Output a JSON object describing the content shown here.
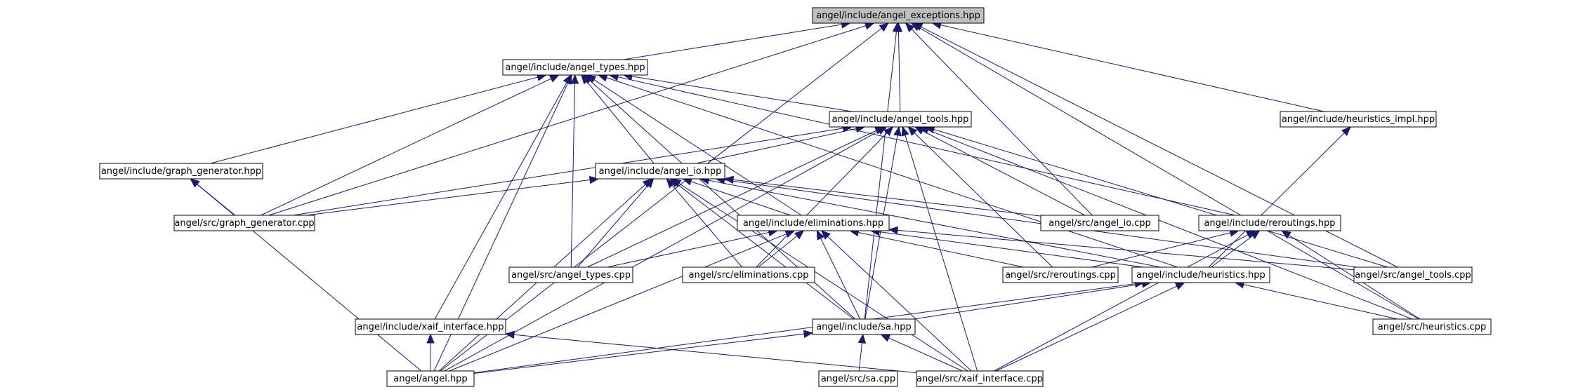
{
  "colors": {
    "edge": "#191970",
    "root_fill": "#bfbfbf",
    "node_fill": "#ffffff",
    "border": "#000000"
  },
  "nodes": [
    {
      "id": "angel_exceptions_hpp",
      "label": "angel/include/angel_exceptions.hpp",
      "root": true
    },
    {
      "id": "angel_types_hpp",
      "label": "angel/include/angel_types.hpp"
    },
    {
      "id": "angel_tools_hpp",
      "label": "angel/include/angel_tools.hpp"
    },
    {
      "id": "heuristics_impl_hpp",
      "label": "angel/include/heuristics_impl.hpp"
    },
    {
      "id": "graph_generator_hpp",
      "label": "angel/include/graph_generator.hpp"
    },
    {
      "id": "angel_io_hpp",
      "label": "angel/include/angel_io.hpp"
    },
    {
      "id": "graph_generator_cpp",
      "label": "angel/src/graph_generator.cpp"
    },
    {
      "id": "eliminations_hpp",
      "label": "angel/include/eliminations.hpp"
    },
    {
      "id": "angel_io_cpp",
      "label": "angel/src/angel_io.cpp"
    },
    {
      "id": "reroutings_hpp",
      "label": "angel/include/reroutings.hpp"
    },
    {
      "id": "angel_types_cpp",
      "label": "angel/src/angel_types.cpp"
    },
    {
      "id": "eliminations_cpp",
      "label": "angel/src/eliminations.cpp"
    },
    {
      "id": "reroutings_cpp",
      "label": "angel/src/reroutings.cpp"
    },
    {
      "id": "heuristics_hpp",
      "label": "angel/include/heuristics.hpp"
    },
    {
      "id": "angel_tools_cpp",
      "label": "angel/src/angel_tools.cpp"
    },
    {
      "id": "xaif_interface_hpp",
      "label": "angel/include/xaif_interface.hpp"
    },
    {
      "id": "sa_hpp",
      "label": "angel/include/sa.hpp"
    },
    {
      "id": "heuristics_cpp",
      "label": "angel/src/heuristics.cpp"
    },
    {
      "id": "angel_hpp",
      "label": "angel/angel.hpp"
    },
    {
      "id": "sa_cpp",
      "label": "angel/src/sa.cpp"
    },
    {
      "id": "xaif_interface_cpp",
      "label": "angel/src/xaif_interface.cpp"
    }
  ],
  "edges": [
    [
      "angel_types_hpp",
      "angel_exceptions_hpp"
    ],
    [
      "angel_tools_hpp",
      "angel_exceptions_hpp"
    ],
    [
      "heuristics_impl_hpp",
      "angel_exceptions_hpp"
    ],
    [
      "angel_io_cpp",
      "angel_exceptions_hpp"
    ],
    [
      "sa_hpp",
      "angel_exceptions_hpp"
    ],
    [
      "angel_hpp",
      "angel_exceptions_hpp"
    ],
    [
      "graph_generator_cpp",
      "angel_exceptions_hpp"
    ],
    [
      "angel_tools_cpp",
      "angel_exceptions_hpp"
    ],
    [
      "heuristics_cpp",
      "angel_exceptions_hpp"
    ],
    [
      "angel_tools_hpp",
      "angel_types_hpp"
    ],
    [
      "graph_generator_hpp",
      "angel_types_hpp"
    ],
    [
      "angel_io_hpp",
      "angel_types_hpp"
    ],
    [
      "graph_generator_cpp",
      "angel_types_hpp"
    ],
    [
      "eliminations_hpp",
      "angel_types_hpp"
    ],
    [
      "reroutings_hpp",
      "angel_types_hpp"
    ],
    [
      "angel_types_cpp",
      "angel_types_hpp"
    ],
    [
      "heuristics_hpp",
      "angel_types_hpp"
    ],
    [
      "xaif_interface_hpp",
      "angel_types_hpp"
    ],
    [
      "sa_hpp",
      "angel_types_hpp"
    ],
    [
      "angel_hpp",
      "angel_types_hpp"
    ],
    [
      "angel_io_hpp",
      "angel_tools_hpp"
    ],
    [
      "graph_generator_cpp",
      "angel_tools_hpp"
    ],
    [
      "angel_io_cpp",
      "angel_tools_hpp"
    ],
    [
      "angel_types_cpp",
      "angel_tools_hpp"
    ],
    [
      "eliminations_cpp",
      "angel_tools_hpp"
    ],
    [
      "reroutings_cpp",
      "angel_tools_hpp"
    ],
    [
      "angel_tools_cpp",
      "angel_tools_hpp"
    ],
    [
      "sa_hpp",
      "angel_tools_hpp"
    ],
    [
      "heuristics_cpp",
      "angel_tools_hpp"
    ],
    [
      "angel_hpp",
      "angel_tools_hpp"
    ],
    [
      "xaif_interface_cpp",
      "angel_tools_hpp"
    ],
    [
      "heuristics_hpp",
      "heuristics_impl_hpp"
    ],
    [
      "graph_generator_cpp",
      "graph_generator_hpp"
    ],
    [
      "angel_hpp",
      "graph_generator_hpp"
    ],
    [
      "graph_generator_cpp",
      "angel_io_hpp"
    ],
    [
      "eliminations_hpp",
      "angel_io_hpp"
    ],
    [
      "angel_io_cpp",
      "angel_io_hpp"
    ],
    [
      "angel_types_cpp",
      "angel_io_hpp"
    ],
    [
      "eliminations_cpp",
      "angel_io_hpp"
    ],
    [
      "heuristics_hpp",
      "angel_io_hpp"
    ],
    [
      "angel_tools_cpp",
      "angel_io_hpp"
    ],
    [
      "sa_hpp",
      "angel_io_hpp"
    ],
    [
      "angel_hpp",
      "angel_io_hpp"
    ],
    [
      "xaif_interface_cpp",
      "angel_io_hpp"
    ],
    [
      "angel_types_cpp",
      "eliminations_hpp"
    ],
    [
      "eliminations_cpp",
      "eliminations_hpp"
    ],
    [
      "reroutings_cpp",
      "eliminations_hpp"
    ],
    [
      "heuristics_hpp",
      "eliminations_hpp"
    ],
    [
      "angel_tools_cpp",
      "eliminations_hpp"
    ],
    [
      "sa_hpp",
      "eliminations_hpp"
    ],
    [
      "angel_hpp",
      "eliminations_hpp"
    ],
    [
      "xaif_interface_cpp",
      "eliminations_hpp"
    ],
    [
      "reroutings_cpp",
      "reroutings_hpp"
    ],
    [
      "heuristics_hpp",
      "reroutings_hpp"
    ],
    [
      "heuristics_cpp",
      "reroutings_hpp"
    ],
    [
      "xaif_interface_cpp",
      "reroutings_hpp"
    ],
    [
      "sa_hpp",
      "heuristics_hpp"
    ],
    [
      "heuristics_cpp",
      "heuristics_hpp"
    ],
    [
      "angel_hpp",
      "heuristics_hpp"
    ],
    [
      "xaif_interface_cpp",
      "heuristics_hpp"
    ],
    [
      "angel_hpp",
      "xaif_interface_hpp"
    ],
    [
      "xaif_interface_cpp",
      "xaif_interface_hpp"
    ],
    [
      "angel_hpp",
      "sa_hpp"
    ],
    [
      "sa_cpp",
      "sa_hpp"
    ],
    [
      "xaif_interface_cpp",
      "sa_hpp"
    ]
  ]
}
